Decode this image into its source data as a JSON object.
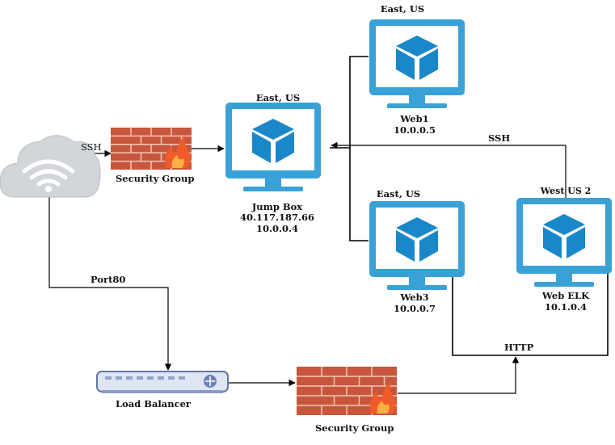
{
  "colors": {
    "monitor": "#3aa1d6",
    "cube": "#1a87c8",
    "brick": "#c8563d",
    "mortar": "#f2c7b5",
    "flame_outer": "#f15a29",
    "flame_inner": "#fbb040",
    "cloud": "#d2d5d9",
    "wifi": "#ffffff",
    "lb_body": "#dfe5f1",
    "lb_border": "#6076a8",
    "line": "#000000"
  },
  "icons": {
    "internet": "cloud-wifi-icon",
    "firewall": "firewall-icon",
    "vm": "virtual-machine-monitor-icon",
    "load_balancer": "load-balancer-icon"
  },
  "internet": {
    "ssh_label": "SSH",
    "port_label": "Port80"
  },
  "security_group_top": {
    "label": "Security Group"
  },
  "security_group_bottom": {
    "label": "Security Group"
  },
  "jump_box": {
    "region": "East, US",
    "name": "Jump Box",
    "public_ip": "40.117.187.66",
    "private_ip": "10.0.0.4"
  },
  "web1": {
    "region": "East, US",
    "name": "Web1",
    "ip": "10.0.0.5"
  },
  "web3": {
    "region": "East, US",
    "name": "Web3",
    "ip": "10.0.0.7"
  },
  "web_elk": {
    "region": "West US 2",
    "name": "Web ELK",
    "ip": "10.1.0.4"
  },
  "load_balancer": {
    "label": "Load Balancer"
  },
  "connections": {
    "ssh_elk_label": "SSH",
    "http_label": "HTTP"
  }
}
